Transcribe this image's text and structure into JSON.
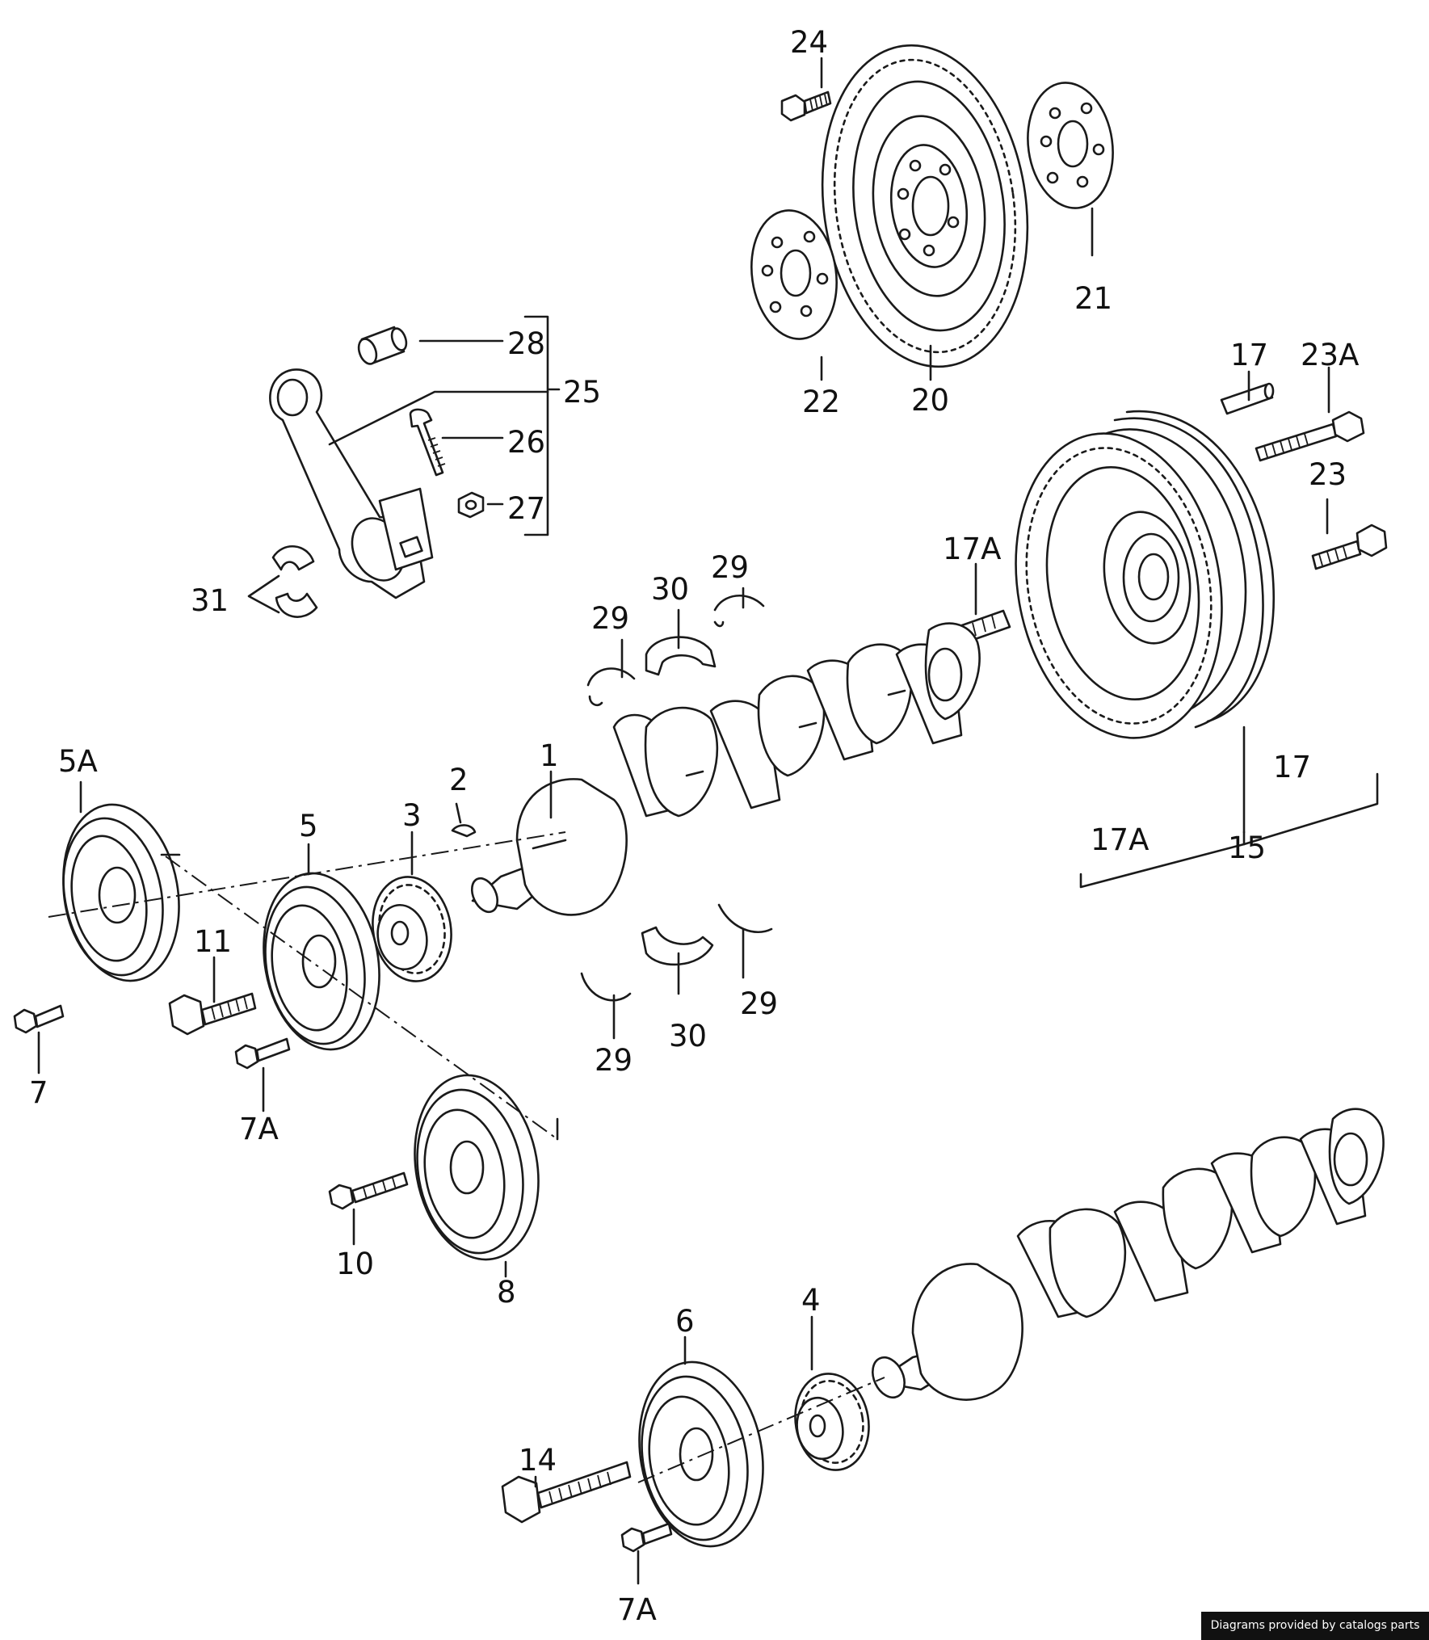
{
  "labels": {
    "l1": "1",
    "l2": "2",
    "l3": "3",
    "l4": "4",
    "l5": "5",
    "l5a": "5A",
    "l6": "6",
    "l7": "7",
    "l7a_1": "7A",
    "l7a_2": "7A",
    "l8": "8",
    "l10": "10",
    "l11": "11",
    "l14": "14",
    "l15": "15",
    "l17_pin": "17",
    "l17_bracket": "17",
    "l17a_pin": "17A",
    "l17a_bracket": "17A",
    "l20": "20",
    "l21": "21",
    "l22": "22",
    "l23": "23",
    "l23a": "23A",
    "l24": "24",
    "l25": "25",
    "l26": "26",
    "l27": "27",
    "l28": "28",
    "l29_a": "29",
    "l29_b": "29",
    "l29_c": "29",
    "l29_d": "29",
    "l30_a": "30",
    "l30_b": "30",
    "l31": "31"
  },
  "credit": "Diagrams provided by catalogs parts"
}
